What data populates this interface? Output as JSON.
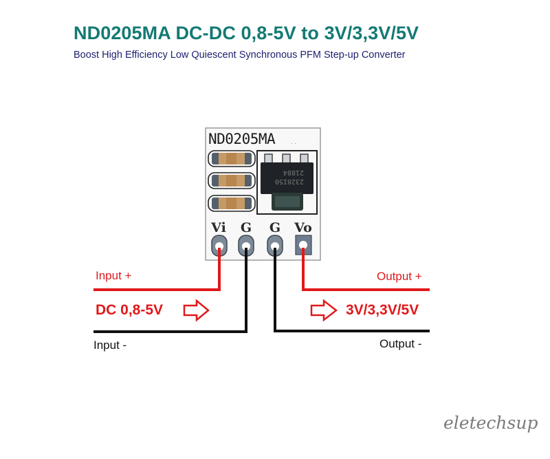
{
  "header": {
    "title": "ND0205MA DC-DC 0,8-5V to 3V/3,3V/5V",
    "subtitle": "Boost High Efficiency Low Quiescent Synchronous PFM Step-up Converter"
  },
  "board": {
    "silkscreen_label": "ND0205MA",
    "chip_marking_line1": "2328I50",
    "chip_marking_line2": "21884",
    "pins": [
      {
        "label": "Vi",
        "wire_color": "#e0191b"
      },
      {
        "label": "G",
        "wire_color": "#111111"
      },
      {
        "label": "G",
        "wire_color": "#111111"
      },
      {
        "label": "Vo",
        "wire_color": "#e0191b"
      }
    ]
  },
  "connections": {
    "input_plus": "Input +",
    "input_minus": "Input -",
    "input_voltage": "DC 0,8-5V",
    "output_plus": "Output +",
    "output_minus": "Output -",
    "output_voltage": "3V/3,3V/5V"
  },
  "watermark": "eletechsup",
  "colors": {
    "title": "#137a74",
    "subtitle": "#1c1f6e",
    "positive": "#e0191b",
    "negative": "#111111"
  }
}
